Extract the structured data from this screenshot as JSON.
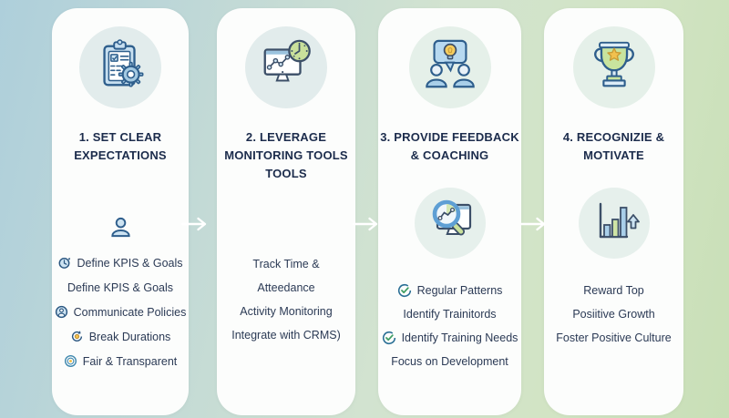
{
  "infographic": {
    "steps_count": 4,
    "arrows": {
      "count": 3,
      "direction": "right",
      "color": "#ffffff"
    }
  },
  "colors": {
    "bg_gradient_left": "#aecfdb",
    "bg_gradient_right": "#c8dfb6",
    "card_bg": "#fcfdfc",
    "title_text": "#1c2c4c",
    "body_text": "#2b3a55",
    "icon_circle_blue": "#e2ecec",
    "icon_circle_green": "#e5f0e9",
    "outline_blue": "#2e5e8c",
    "fill_light_blue": "#cde3f2",
    "accent_green": "#c9e09b",
    "accent_yellow": "#f2c14e"
  },
  "columns": [
    {
      "title": "1. SET CLEAR\nEXPECTATIONS",
      "main_icon": "clipboard-checklist-gear-icon",
      "secondary_icon": "person-icon",
      "items": [
        {
          "icon": "clock-history-icon",
          "label": "Define KPIS & Goals"
        },
        {
          "icon": "",
          "label": "Define KPIS & Goals"
        },
        {
          "icon": "person-circle-icon",
          "label": "Communicate Policies"
        },
        {
          "icon": "refresh-gear-icon",
          "label": "Break Durations"
        },
        {
          "icon": "target-icon",
          "label": "Fair & Transparent"
        }
      ]
    },
    {
      "title": "2. LEVERAGE\nMONITORING TOOLS\nTOOLS",
      "main_icon": "monitor-chart-clock-icon",
      "secondary_icon": "",
      "items": [
        {
          "icon": "",
          "label": "Track Time &"
        },
        {
          "icon": "",
          "label": "Atteedance"
        },
        {
          "icon": "",
          "label": "Activity Monitoring"
        },
        {
          "icon": "",
          "label": "Integrate with CRMS)"
        }
      ]
    },
    {
      "title": "3. PROVIDE FEEDBACK\n& COACHING",
      "main_icon": "chat-lightbulb-people-icon",
      "secondary_icon": "magnifier-analytics-icon",
      "items": [
        {
          "icon": "check-circle-icon",
          "label": "Regular Patterns"
        },
        {
          "icon": "",
          "label": "Identify Trainitords"
        },
        {
          "icon": "check-circle-icon",
          "label": "Identify Training Needs"
        },
        {
          "icon": "",
          "label": "Focus on Development"
        }
      ]
    },
    {
      "title": "4. RECOGNIZIE &\nMOTIVATE",
      "main_icon": "trophy-star-icon",
      "secondary_icon": "bar-chart-up-icon",
      "items": [
        {
          "icon": "",
          "label": "Reward Top"
        },
        {
          "icon": "",
          "label": "Posiitive Growth"
        },
        {
          "icon": "",
          "label": "Foster Positive Culture"
        }
      ]
    }
  ]
}
